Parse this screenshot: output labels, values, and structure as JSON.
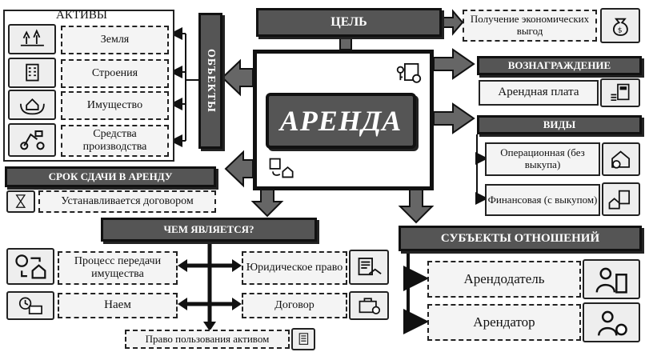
{
  "center": {
    "title": "АРЕНДА"
  },
  "goal": {
    "header": "ЦЕЛЬ",
    "item": "Получение экономических выгод"
  },
  "assets": {
    "title": "АКТИВЫ",
    "items": [
      "Земля",
      "Строения",
      "Имущество",
      "Средства производства"
    ]
  },
  "objects": {
    "header": "ОБЪЕКТЫ"
  },
  "term": {
    "header": "СРОК СДАЧИ В АРЕНДУ",
    "item": "Устанавливается договором"
  },
  "reward": {
    "header": "ВОЗНАГРАЖДЕНИЕ",
    "item": "Арендная плата"
  },
  "types": {
    "header": "ВИДЫ",
    "items": [
      "Операционная (без выкупа)",
      "Финансовая (с выкупом)"
    ]
  },
  "what_is": {
    "header": "ЧЕМ ЯВЛЯЕТСЯ?",
    "left": [
      "Процесс передачи имущества",
      "Наем"
    ],
    "right": [
      "Юридическое право",
      "Договор"
    ],
    "bottom": "Право пользования активом"
  },
  "subjects": {
    "header": "СУБЪЕКТЫ ОТНОШЕНИЙ",
    "items": [
      "Арендодатель",
      "Арендатор"
    ]
  }
}
